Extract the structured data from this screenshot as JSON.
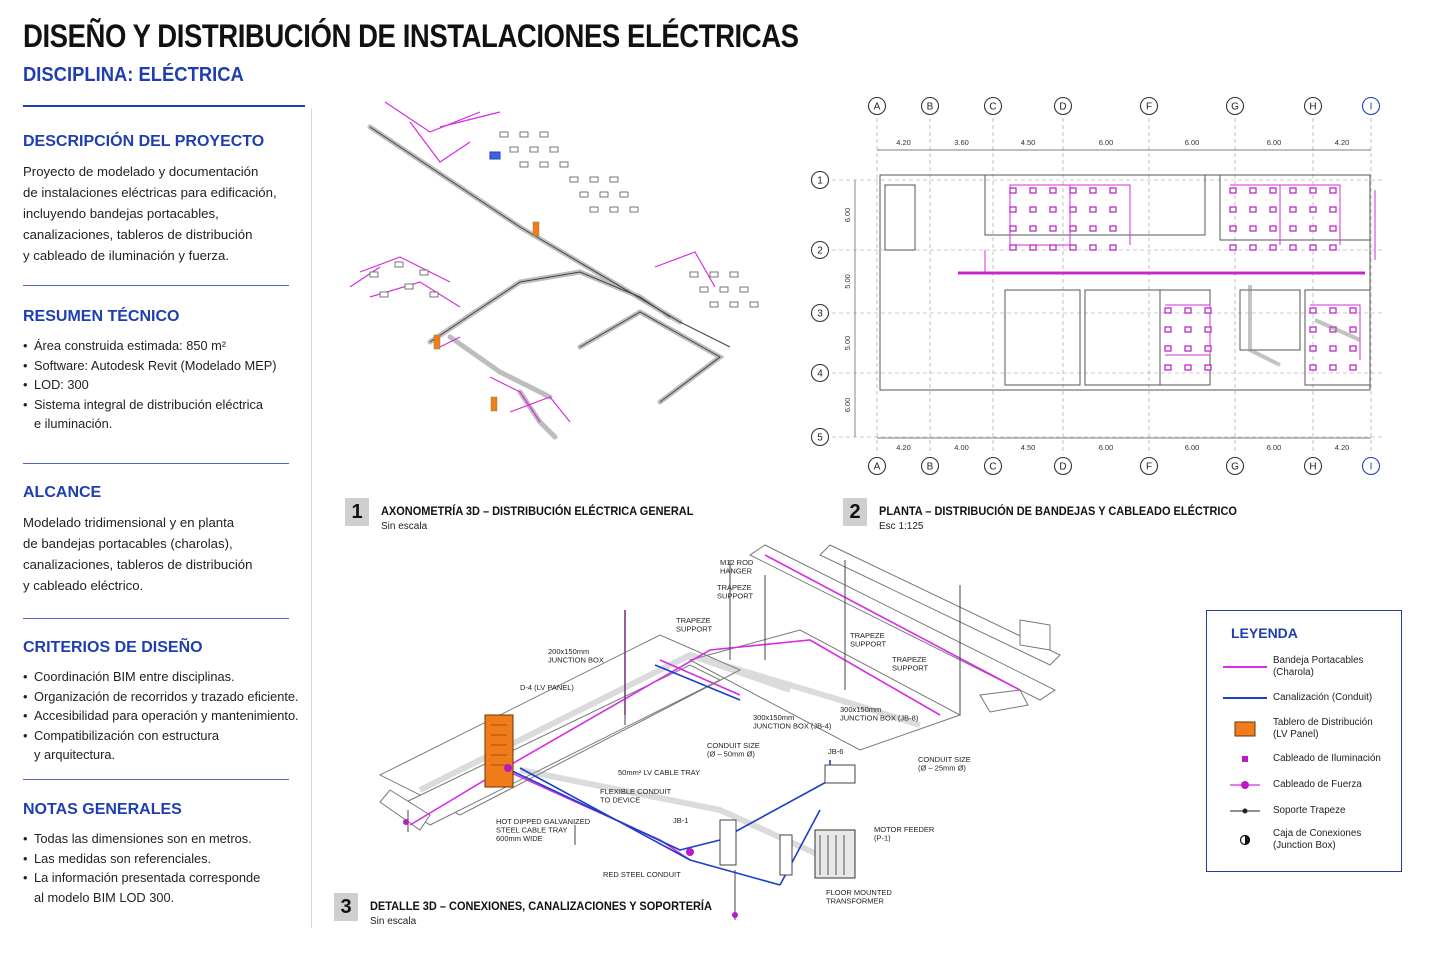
{
  "header": {
    "title": "DISEÑO Y DISTRIBUCIÓN DE INSTALACIONES ELÉCTRICAS",
    "subtitle": "DISCIPLINA: ELÉCTRICA"
  },
  "colors": {
    "accent": "#1f3fb0",
    "tray": "#d62ee0",
    "conduit": "#1c3fc7",
    "panel": "#f07c1c"
  },
  "sections": {
    "descripcion": {
      "title": "DESCRIPCIÓN DEL PROYECTO",
      "text": "Proyecto de modelado y documentación\nde instalaciones eléctricas para edificación,\nincluyendo bandejas portacables,\ncanalizaciones, tableros de distribución\ny cableado de iluminación y fuerza."
    },
    "resumen": {
      "title": "RESUMEN TÉCNICO",
      "items": [
        "Área construida estimada:  850 m²",
        "Software: Autodesk Revit (Modelado MEP)",
        "LOD: 300",
        "Sistema integral de distribución eléctrica\ne iluminación."
      ]
    },
    "alcance": {
      "title": "ALCANCE",
      "text": "Modelado tridimensional y en planta\nde bandejas portacables (charolas),\ncanalizaciones, tableros de distribución\ny cableado eléctrico."
    },
    "criterios": {
      "title": "CRITERIOS DE DISEÑO",
      "items": [
        "Coordinación BIM entre disciplinas.",
        "Organización de recorridos y trazado eficiente.",
        "Accesibilidad para operación y mantenimiento.",
        "Compatibilización con estructura\ny arquitectura."
      ]
    },
    "notas": {
      "title": "NOTAS GENERALES",
      "items": [
        "Todas las dimensiones son en metros.",
        "Las medidas son referenciales.",
        "La información presentada corresponde\nal modelo BIM LOD 300."
      ]
    }
  },
  "views": [
    {
      "num": "1",
      "title": "AXONOMETRÍA 3D – DISTRIBUCIÓN ELÉCTRICA GENERAL",
      "scale": "Sin escala"
    },
    {
      "num": "2",
      "title": "PLANTA – DISTRIBUCIÓN DE BANDEJAS Y CABLEADO ELÉCTRICO",
      "scale": "Esc 1:125"
    },
    {
      "num": "3",
      "title": "DETALLE 3D – CONEXIONES, CANALIZACIONES Y SOPORTERÍA",
      "scale": "Sin escala"
    }
  ],
  "plan": {
    "col_axes": [
      "A",
      "B",
      "C",
      "D",
      "F",
      "G",
      "H",
      "I"
    ],
    "row_axes": [
      "1",
      "2",
      "3",
      "4",
      "5"
    ],
    "top_dims": [
      "4.20",
      "3.60",
      "4.50",
      "6.00",
      "6.00",
      "6.00",
      "4.20"
    ],
    "bottom_dims": [
      "4.20",
      "4.00",
      "4.50",
      "6.00",
      "6.00",
      "6.00",
      "4.20"
    ],
    "side_dims": [
      "6.00",
      "5.00",
      "5.00",
      "6.00"
    ]
  },
  "detail_labels": {
    "m12": "M12 ROD\nHANGER",
    "trapeze1": "TRAPEZE\nSUPPORT",
    "trapeze2": "TRAPEZE\nSUPPORT",
    "trapeze3": "TRAPEZE\nSUPPORT",
    "trapeze4": "TRAPEZE\nSUPPORT",
    "jbox200": "200x150mm\nJUNCTION BOX",
    "lvpanel": "D-4 (LV PANEL)",
    "jb4": "300x150mm\nJUNCTION BOX (JB-4)",
    "jb8": "300x150mm\nJUNCTION BOX (JB-8)",
    "conduit50": "CONDUIT SIZE\n(Ø – 50mm Ø)",
    "conduit25": "CONDUIT SIZE\n(Ø – 25mm Ø)",
    "jb6": "JB-6",
    "tray50": "50mm² LV CABLE TRAY",
    "flexible": "FLEXIBLE CONDUIT\nTO DEVICE",
    "hotdipped": "HOT DIPPED GALVANIZED\nSTEEL CABLE TRAY\n600mm WIDE",
    "jb1": "JB-1",
    "redsteel": "RED STEEL CONDUIT",
    "motor": "MOTOR FEEDER\n(P-1)",
    "transformer": "FLOOR MOUNTED\nTRANSFORMER"
  },
  "legend": {
    "title": "LEYENDA",
    "items": [
      {
        "label": "Bandeja Portacables\n(Charola)",
        "icon": "tray-line-icon"
      },
      {
        "label": "Canalización (Conduit)",
        "icon": "conduit-line-icon"
      },
      {
        "label": "Tablero de Distribución\n(LV Panel)",
        "icon": "panel-icon"
      },
      {
        "label": "Cableado de Iluminación",
        "icon": "lighting-square-icon"
      },
      {
        "label": "Cableado de Fuerza",
        "icon": "power-circle-icon"
      },
      {
        "label": "Soporte Trapeze",
        "icon": "trapeze-support-icon"
      },
      {
        "label": "Caja de Conexiones\n(Junction Box)",
        "icon": "junction-box-icon"
      }
    ]
  }
}
